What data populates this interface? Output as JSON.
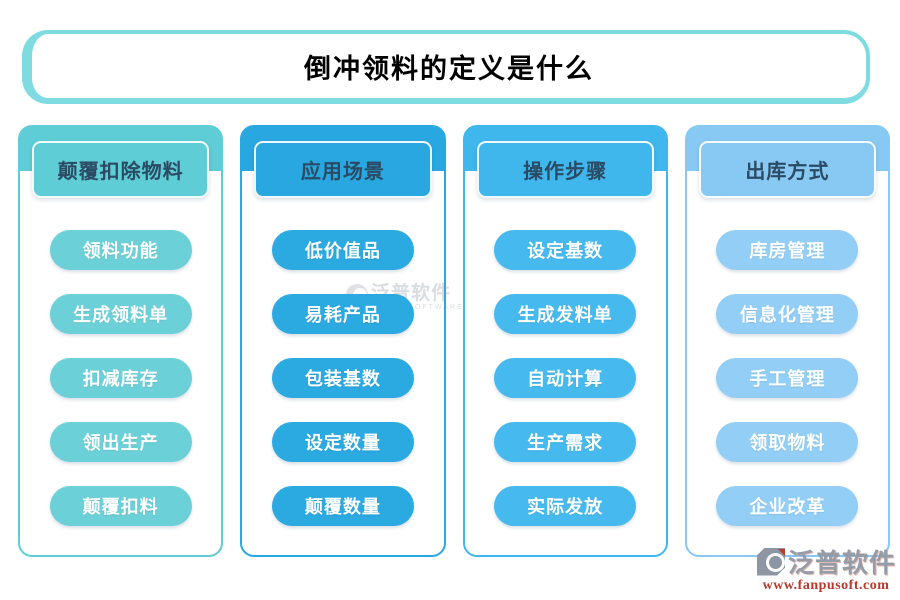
{
  "title": "倒冲领料的定义是什么",
  "colors": {
    "title_border": "#7EDCE0",
    "header_text": "#2B4A63",
    "pill_text": "#FFFFFF",
    "watermark_gray": "#9AA2AD",
    "brand_red": "#B53A2B"
  },
  "columns": [
    {
      "header": "颠覆扣除物料",
      "color": "#5ECDD5",
      "pill_color": "#6CD0D8",
      "items": [
        "领料功能",
        "生成领料单",
        "扣减库存",
        "领出生产",
        "颠覆扣料"
      ]
    },
    {
      "header": "应用场景",
      "color": "#29A7E0",
      "pill_color": "#2BA9E1",
      "items": [
        "低价值品",
        "易耗产品",
        "包装基数",
        "设定数量",
        "颠覆数量"
      ]
    },
    {
      "header": "操作步骤",
      "color": "#3FB7ED",
      "pill_color": "#46BAEE",
      "items": [
        "设定基数",
        "生成发料单",
        "自动计算",
        "生产需求",
        "实际发放"
      ]
    },
    {
      "header": "出库方式",
      "color": "#87C9F2",
      "pill_color": "#92CEF5",
      "items": [
        "库房管理",
        "信息化管理",
        "手工管理",
        "领取物料",
        "企业改革"
      ]
    }
  ],
  "watermark": {
    "text": "泛普软件",
    "subtext": "FANPU SOFTWARE"
  },
  "brand": {
    "name": "泛普软件",
    "url": "www.fanpusoft.com"
  }
}
